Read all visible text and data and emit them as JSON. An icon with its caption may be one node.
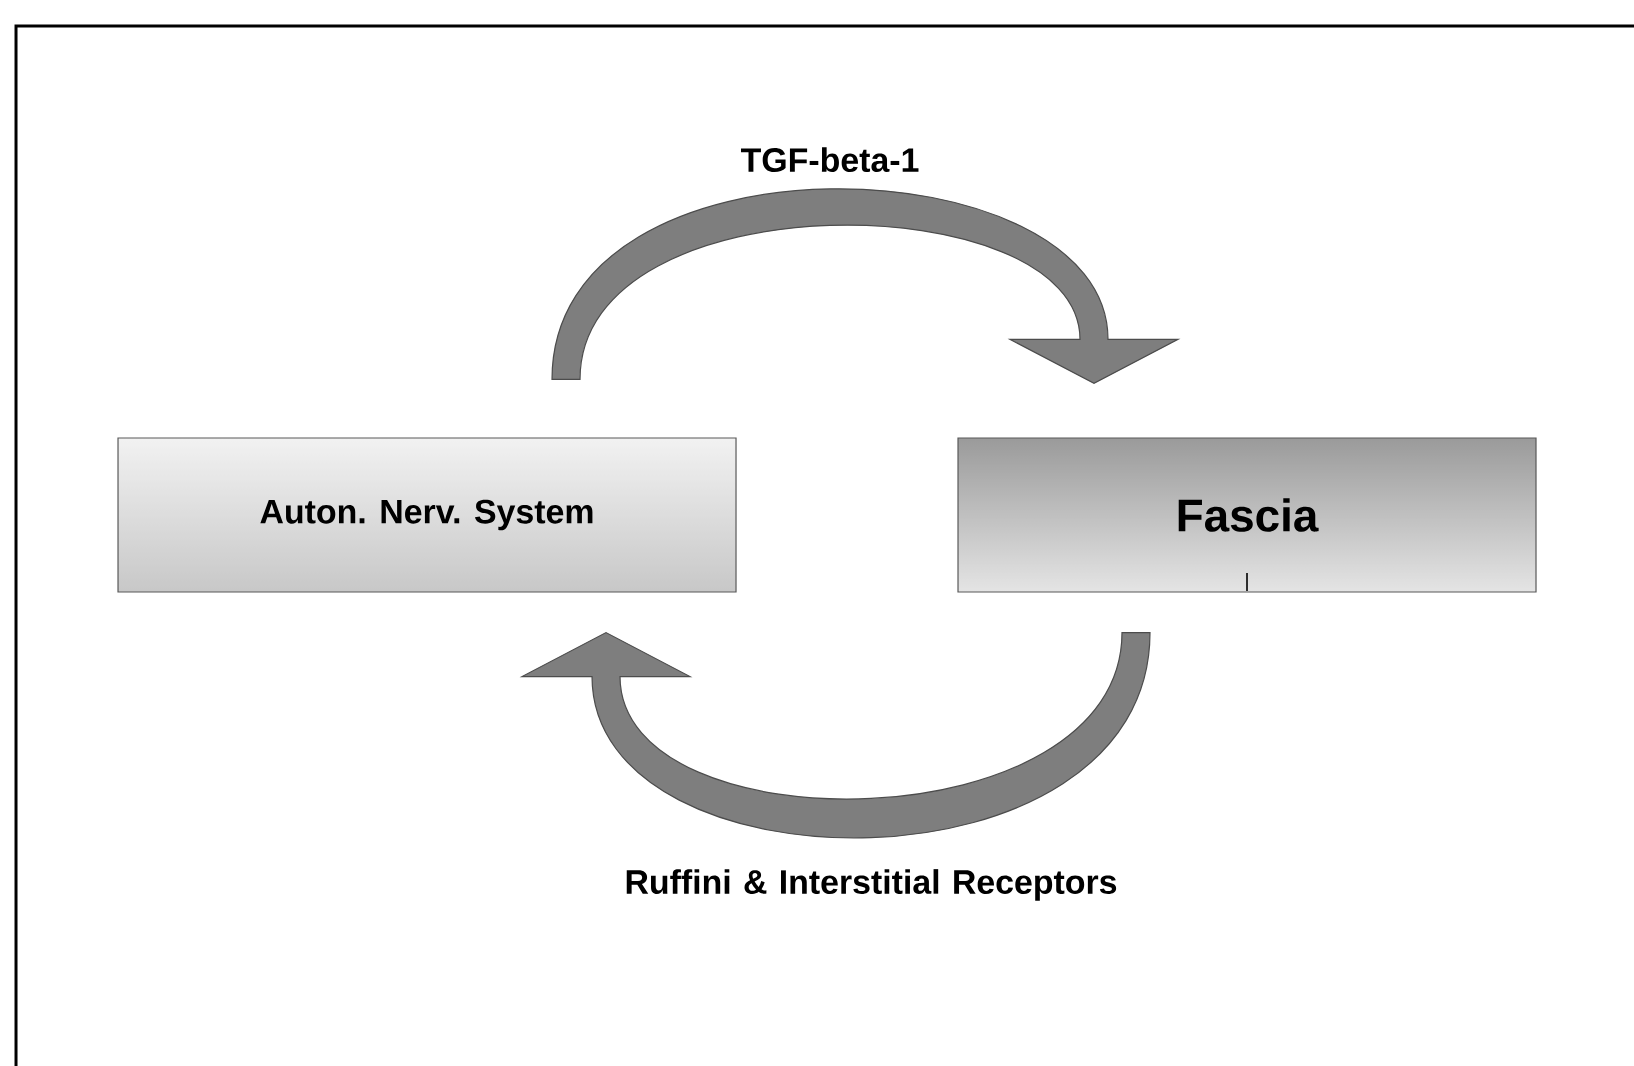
{
  "diagram": {
    "nodes": [
      {
        "text": [
          "Auton. Nerv. System"
        ]
      },
      {
        "text": [
          "Fascia"
        ]
      }
    ],
    "edges": [
      {
        "from": 0,
        "to": 1,
        "arrow": "to",
        "label": "TGF-beta-1"
      },
      {
        "from": 1,
        "to": 0,
        "arrow": "to",
        "label": "Ruffini & Interstitial Receptors"
      }
    ]
  }
}
